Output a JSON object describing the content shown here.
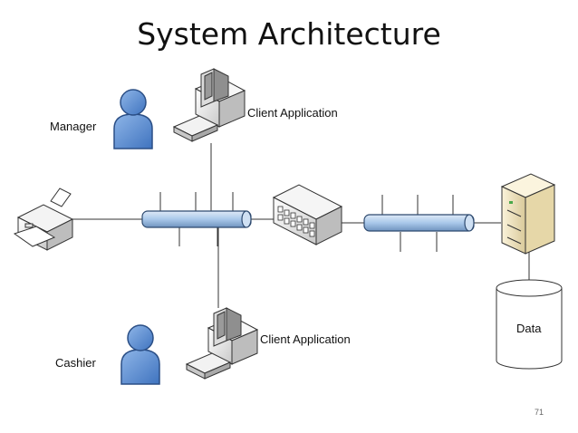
{
  "slide": {
    "title": "System Architecture",
    "page_number": "71"
  },
  "diagram": {
    "labels": {
      "manager": "Manager",
      "cashier": "Cashier",
      "client_top": "Client Application",
      "client_bottom": "Client Application",
      "data": "Data"
    },
    "icons": [
      "person-icon",
      "desktop-computer-icon",
      "printer-icon",
      "network-switch-icon",
      "server-icon",
      "database-cylinder-icon"
    ],
    "colors": {
      "person_blue": "#5b8fd6",
      "bus_blue": "#a9c8ea",
      "bus_outline": "#2e4a6f",
      "server_beige": "#f2e6bf"
    }
  }
}
